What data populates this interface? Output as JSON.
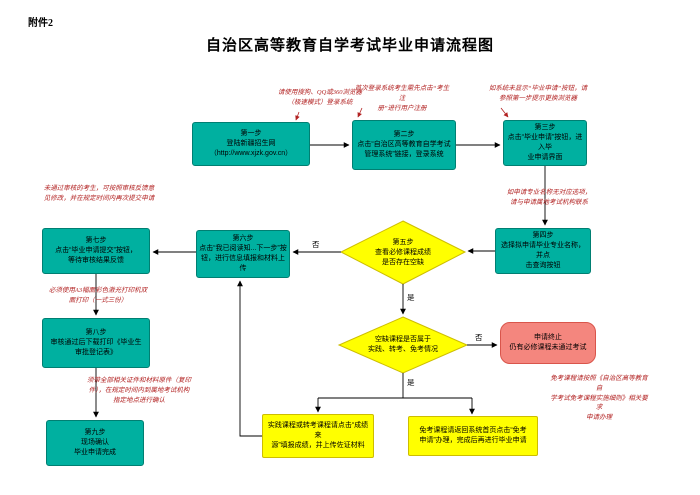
{
  "page": {
    "attachment": "附件2",
    "title": "自治区高等教育自学考试毕业申请流程图"
  },
  "steps": [
    {
      "label": "第一步",
      "text": "登陆新疆招生网\n（http://www.xjzk.gov.cn）"
    },
    {
      "label": "第二步",
      "text": "点击“自治区高等教育自学考试\n管理系统”链接，登录系统"
    },
    {
      "label": "第三步",
      "text": "点击“毕业申请”按钮，进入毕\n业申请界面"
    },
    {
      "label": "第四步",
      "text": "选择拟申请毕业专业名称，并点\n击查询按钮"
    },
    {
      "label": "第五步",
      "text": "查看必修课程成绩\n是否存在空缺"
    },
    {
      "label": "第六步",
      "text": "点击“我已阅读知...下一步”按\n钮，进行信息填报和材料上传"
    },
    {
      "label": "第七步",
      "text": "点击“毕业申请提交”按钮，\n等待审核结果反馈"
    },
    {
      "label": "第八步",
      "text": "审核通过后下载打印《毕业生\n审批登记表》"
    },
    {
      "label": "第九步",
      "text": "现场确认\n毕业申请完成"
    }
  ],
  "decision2": {
    "text": "空缺课程是否属于\n实践、转考、免考情况"
  },
  "terminate": {
    "label": "申请终止",
    "text": "仍有必修课程未通过考试"
  },
  "actions": {
    "practice": "实践课程或转考课程请点击“成绩来\n源”填报成绩，并上传佐证材料",
    "exempt": "免考课程请返回系统首页点击“免考\n申请”办理，完成后再进行毕业申请"
  },
  "notes": {
    "browser": "请使用搜狗、QQ或360浏览器\n（极速模式）登录系统",
    "register": "首次登录系统考生需先点击“考生注\n册”进行用户注册",
    "no_button": "如系统未显示“毕业申请”按钮，请\n参照第一步提示更换浏览器",
    "major": "如申请专业名称无对应选项，\n请与申请属地考试机构联系",
    "resubmit": "未通过审核的考生，可按照审核反馈意\n见修改，并在规定时间内再次提交申请",
    "print": "必须使用A3幅面彩色激光打印机双\n面打印（一式三份）",
    "confirm": "须带全部相关证件和材料原件（复印\n件），在规定时间内到属地考试机构\n指定地点进行确认",
    "exempt_rule": "免考课程请按照《自治区高等教育自\n学考试免考课程实施细则》相关要求\n申请办理"
  },
  "flow_labels": {
    "yes": "是",
    "no": "否"
  },
  "colors": {
    "step_fill": "#00b0a0",
    "step_border": "#007f72",
    "decision_fill": "#ffff00",
    "decision_border": "#cdbd00",
    "terminate_fill": "#f4867e",
    "terminate_border": "#d9554b",
    "note_text": "#b22222",
    "connector": "#000000"
  }
}
